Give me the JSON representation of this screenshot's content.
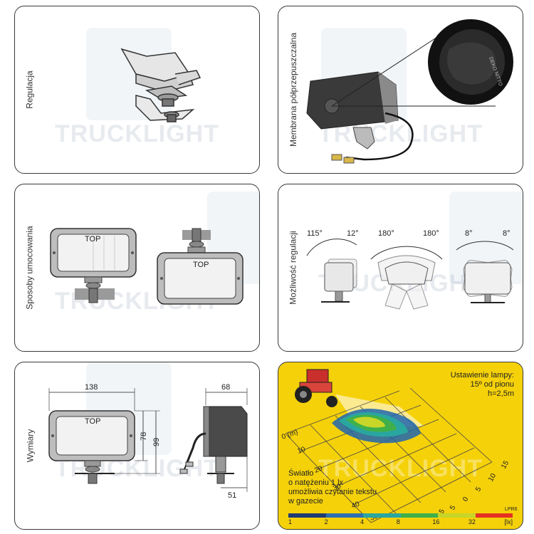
{
  "watermark": "TRUCKLIGHT",
  "panels": {
    "regulacja": {
      "label": "Regulacja"
    },
    "membrana": {
      "label": "Membrana półprzepuszczalna",
      "cap_text": "DEKO NITTO"
    },
    "sposoby": {
      "label": "Sposoby umocowania",
      "top1": "TOP",
      "top2": "TOP"
    },
    "mozliwosc": {
      "label": "Możliwość regulacji",
      "angles": [
        "115°",
        "12°",
        "180°",
        "180°",
        "8°",
        "8°"
      ]
    },
    "wymiary": {
      "label": "Wymiary",
      "width": "138",
      "height_inner": "78",
      "height_outer": "99",
      "depth": "68",
      "mount": "51",
      "top": "TOP"
    },
    "swiatlo": {
      "ustawienie_line1": "Ustawienie lampy:",
      "ustawienie_line2": "15º od pionu",
      "ustawienie_line3": "h=2,5m",
      "note_line1": "Światło",
      "note_line2": "o natężeniu 1 lx",
      "note_line3": "umożliwia czytanie tekstu",
      "note_line4": "w gazecie",
      "axis_x_label": "0 (m)",
      "ticks_x": [
        "10",
        "20",
        "30",
        "40",
        "50"
      ],
      "ticks_y": [
        "15",
        "10",
        "5",
        "0",
        "5",
        "15"
      ],
      "product_code": "LPR6",
      "scale_values": [
        "1",
        "2",
        "4",
        "8",
        "16",
        "32"
      ],
      "scale_unit": "[lx]",
      "scale_colors": [
        "#1f3b73",
        "#2e6fb0",
        "#2aa6a0",
        "#3fb04a",
        "#c7d629",
        "#e53222"
      ]
    }
  }
}
